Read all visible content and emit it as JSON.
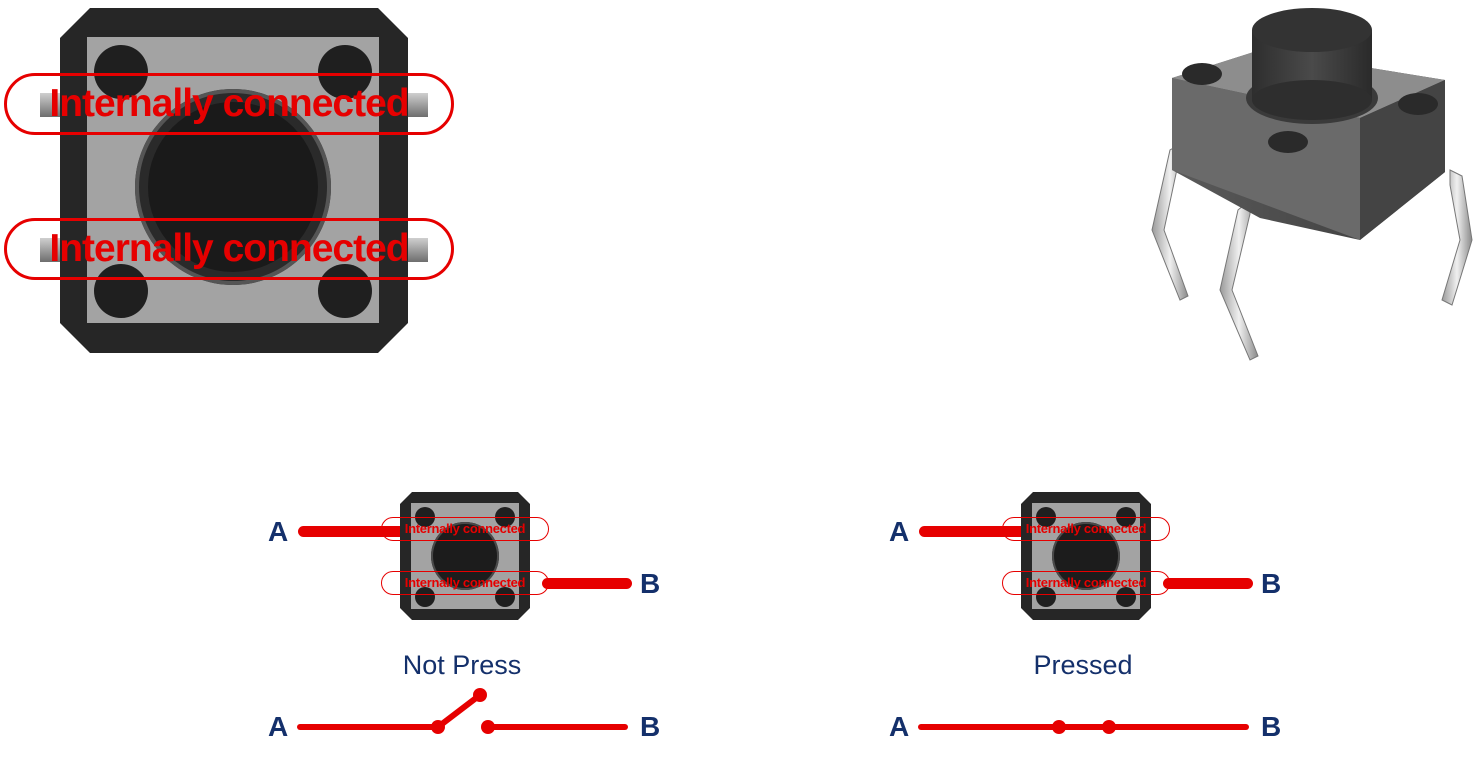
{
  "top_view": {
    "label_upper": "Internally connected",
    "label_lower": "Internally connected"
  },
  "not_press": {
    "terminal_a": "A",
    "terminal_b": "B",
    "label_upper": "Internally connected",
    "label_lower": "Internally connected",
    "caption": "Not Press",
    "schematic_a": "A",
    "schematic_b": "B"
  },
  "pressed": {
    "terminal_a": "A",
    "terminal_b": "B",
    "label_upper": "Internally connected",
    "label_lower": "Internally connected",
    "caption": "Pressed",
    "schematic_a": "A",
    "schematic_b": "B"
  },
  "colors": {
    "wire": "#e60000",
    "label_text": "#14306b",
    "switch_body": "#262626",
    "switch_plate": "#a3a3a3"
  }
}
